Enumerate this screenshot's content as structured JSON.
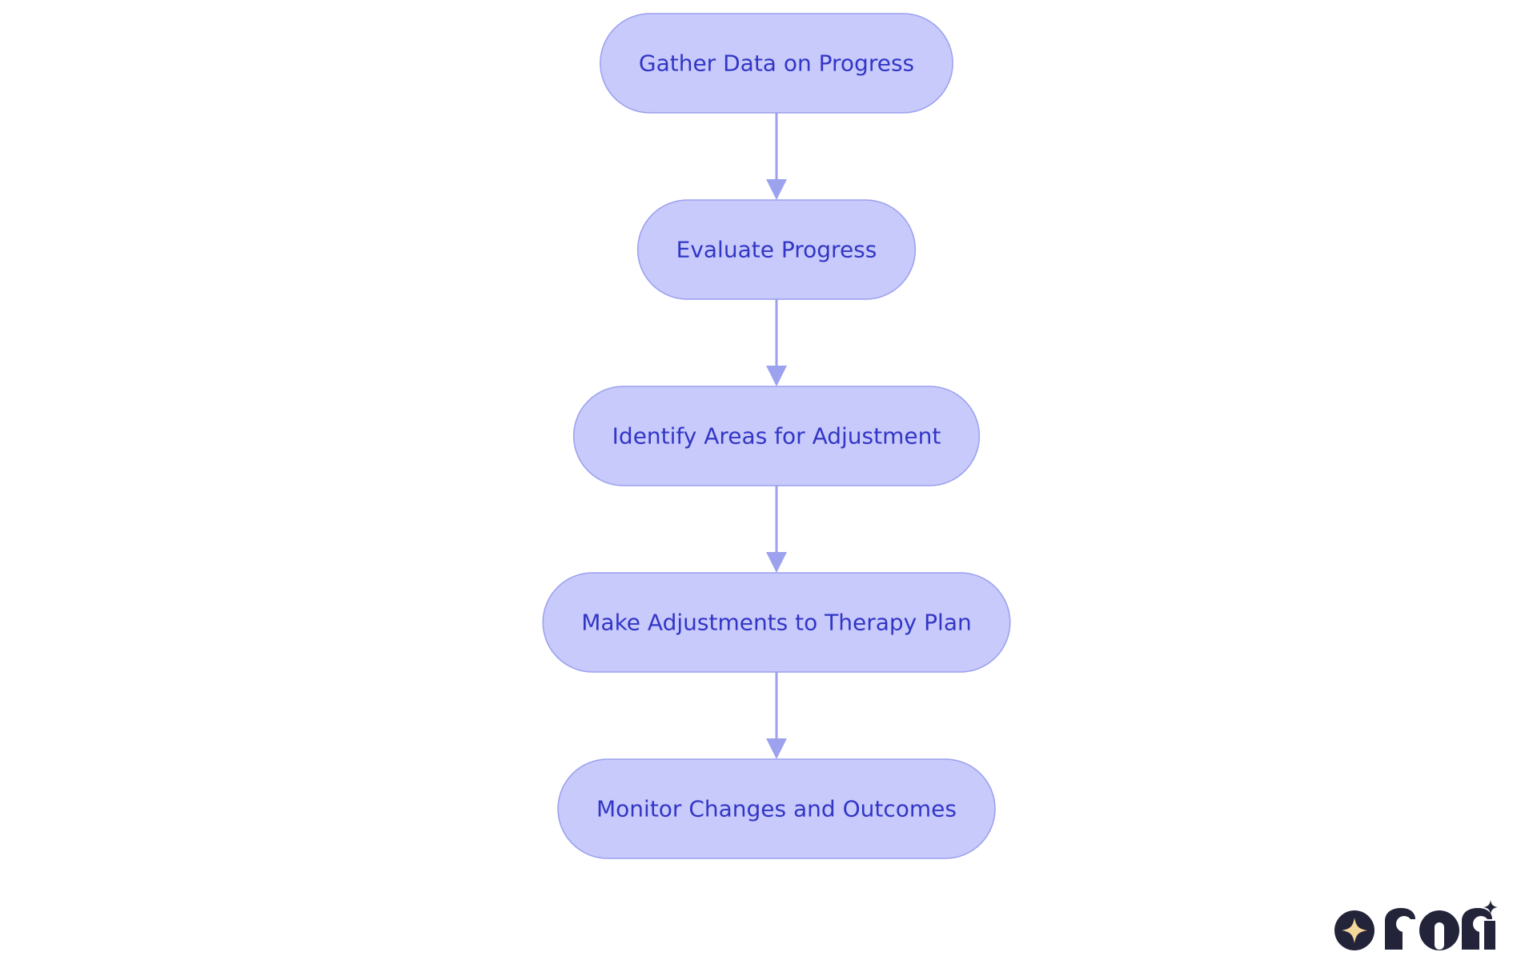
{
  "diagram": {
    "nodes": [
      {
        "id": "gather",
        "label": "Gather Data on Progress"
      },
      {
        "id": "evaluate",
        "label": "Evaluate Progress"
      },
      {
        "id": "identify",
        "label": "Identify Areas for Adjustment"
      },
      {
        "id": "adjust",
        "label": "Make Adjustments to Therapy Plan"
      },
      {
        "id": "monitor",
        "label": "Monitor Changes and Outcomes"
      }
    ],
    "edges": [
      {
        "from": "gather",
        "to": "evaluate"
      },
      {
        "from": "evaluate",
        "to": "identify"
      },
      {
        "from": "identify",
        "to": "adjust"
      },
      {
        "from": "adjust",
        "to": "monitor"
      }
    ]
  },
  "colors": {
    "node_fill": "#c8cafc",
    "node_stroke": "#9aa0ee",
    "node_text": "#3236c4",
    "edge": "#9da2ee",
    "logo_dark": "#23233a",
    "logo_star": "#f4d79a"
  },
  "icons": {
    "brand_logo": "rori-logo-icon"
  }
}
